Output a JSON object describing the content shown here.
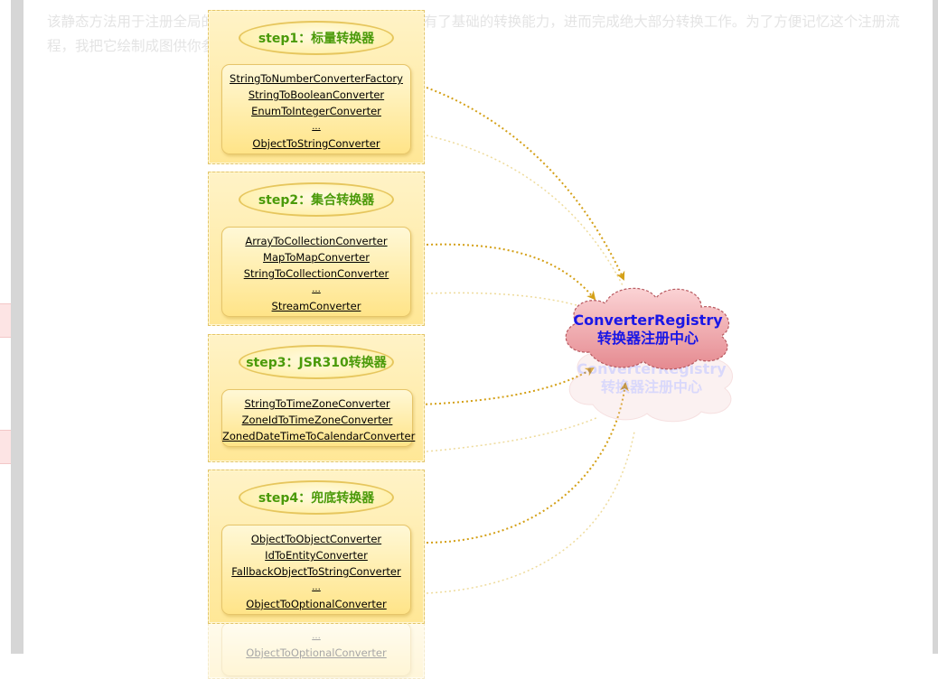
{
  "article": {
    "text": "该静态方法用于注册全局的、默认的转换器们，从而让Spring有了基础的转换能力，进而完成绝大部分转换工作。为了方便记忆这个注册流程，我把它绘制成图供你参考："
  },
  "diagram": {
    "steps": [
      {
        "title": "step1：标量转换器",
        "items": [
          "StringToNumberConverterFactory",
          "StringToBooleanConverter",
          "EnumToIntegerConverter",
          "...",
          "ObjectToStringConverter"
        ]
      },
      {
        "title": "step2：集合转换器",
        "items": [
          "ArrayToCollectionConverter",
          "MapToMapConverter",
          "StringToCollectionConverter",
          "...",
          "StreamConverter"
        ]
      },
      {
        "title": "step3：JSR310转换器",
        "items": [
          "StringToTimeZoneConverter",
          "ZoneIdToTimeZoneConverter",
          "ZonedDateTimeToCalendarConverter"
        ]
      },
      {
        "title": "step4：兜底转换器",
        "items": [
          "ObjectToObjectConverter",
          "IdToEntityConverter",
          "FallbackObjectToStringConverter",
          "...",
          "ObjectToOptionalConverter"
        ]
      }
    ],
    "registry": {
      "line1": "ConverterRegistry",
      "line2": "转换器注册中心"
    },
    "colors": {
      "panel_fill": "#ffe796",
      "step_title": "#4a9a09",
      "arrow": "#d4a017",
      "cloud_fill": "#f2a6aa",
      "registry_text": "#1a17e6"
    }
  }
}
